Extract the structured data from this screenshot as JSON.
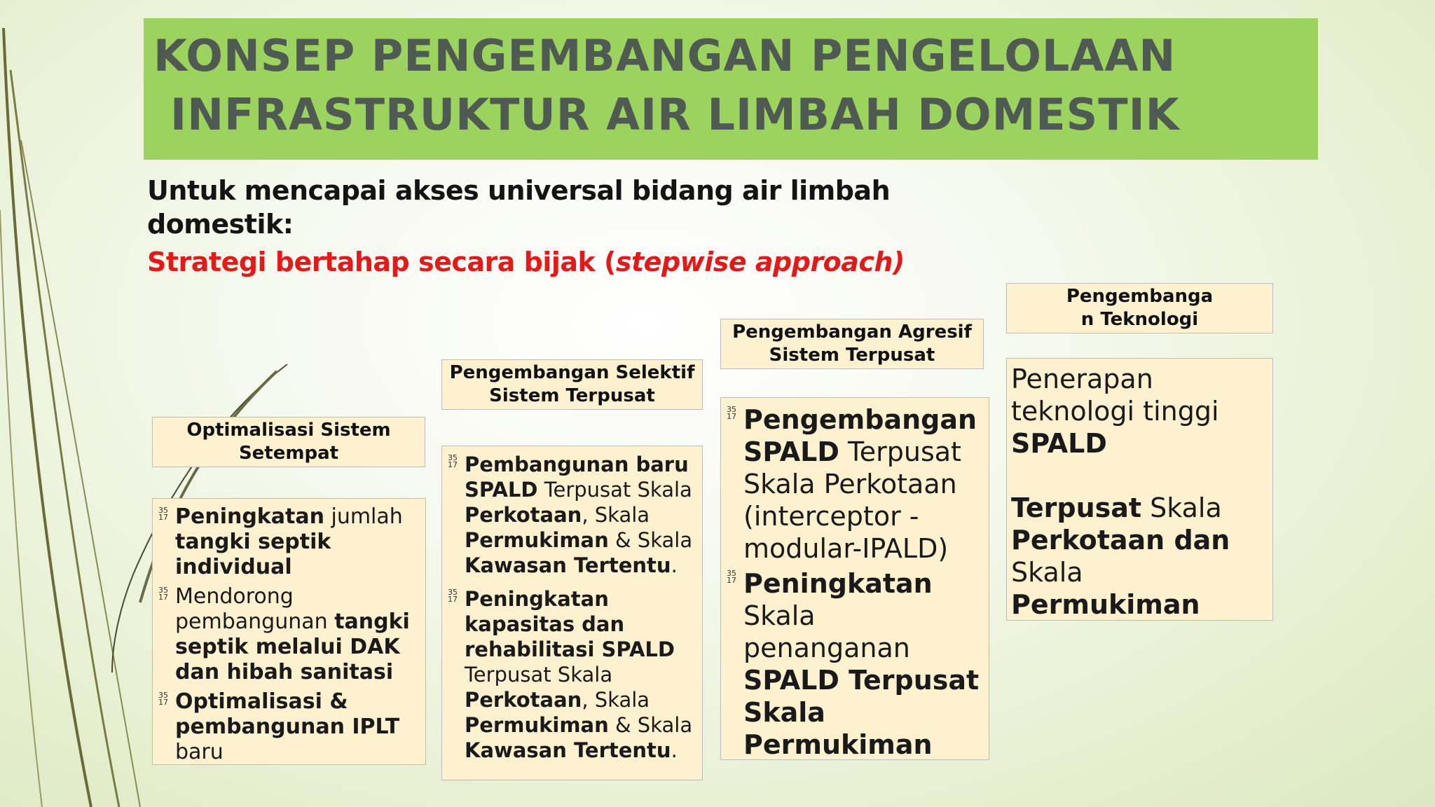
{
  "title": {
    "line1": "KONSEP PENGEMBANGAN  PENGELOLAAN",
    "line2": "INFRASTRUKTUR AIR LIMBAH DOMESTIK"
  },
  "intro": {
    "line1": "Untuk mencapai akses universal bidang air limbah",
    "line2": "domestik:",
    "strategy_prefix": "Strategi bertahap secara bijak (",
    "strategy_italic": "stepwise approach)"
  },
  "bullet_marker": [
    "35",
    "17"
  ],
  "columns": {
    "c1": {
      "heading": [
        "Optimalisasi Sistem",
        "Setempat"
      ],
      "items": [
        {
          "b1": "Peningkatan",
          "t1": " jumlah",
          "b2": "tangki septik individual"
        },
        {
          "t1": "Mendorong pembangunan",
          "b1": "tangki  septik melalui DAK  dan hibah sanitasi"
        },
        {
          "b1": "Optimalisasi & pembangunan IPLT",
          "t1": " baru"
        }
      ]
    },
    "c2": {
      "heading": [
        "Pengembangan Selektif",
        "Sistem Terpusat"
      ],
      "items": [
        {
          "b1": "Pembangunan baru SPALD",
          "t1": " Terpusat Skala  ",
          "b2": "Perkotaan",
          "t2": ", Skala  ",
          "b3": "Permukiman",
          "t3": " & Skala  ",
          "b4": "Kawasan Tertentu",
          "t4": "."
        },
        {
          "b1": "Peningkatan kapasitas dan rehabilitasi SPALD",
          "t1": " Terpusat Skala ",
          "b2": "Perkotaan",
          "t2": ", Skala ",
          "b3": "Permukiman",
          "t3": " & Skala ",
          "b4": "Kawasan  Tertentu",
          "t4": "."
        }
      ]
    },
    "c3": {
      "heading": [
        "Pengembangan Agresif",
        "Sistem Terpusat"
      ],
      "items": [
        {
          "b1": "Pengembangan  SPALD",
          "t1": " Terpusat  Skala Perkotaan (interceptor - modular-IPALD)"
        },
        {
          "b1": "Peningkatan",
          "t1": " Skala  penanganan ",
          "b2": "SPALD Terpusat Skala Permukiman"
        }
      ]
    },
    "c4": {
      "heading": [
        "Pengembanga",
        "n  Teknologi"
      ],
      "p1_text": "Penerapan teknologi tinggi  ",
      "p1_bold": "SPALD",
      "p2_b1": "Terpusat",
      "p2_t1": " Skala ",
      "p2_b2": "Perkotaan dan",
      "p2_t2": " Skala ",
      "p2_b3": "Permukiman"
    }
  }
}
